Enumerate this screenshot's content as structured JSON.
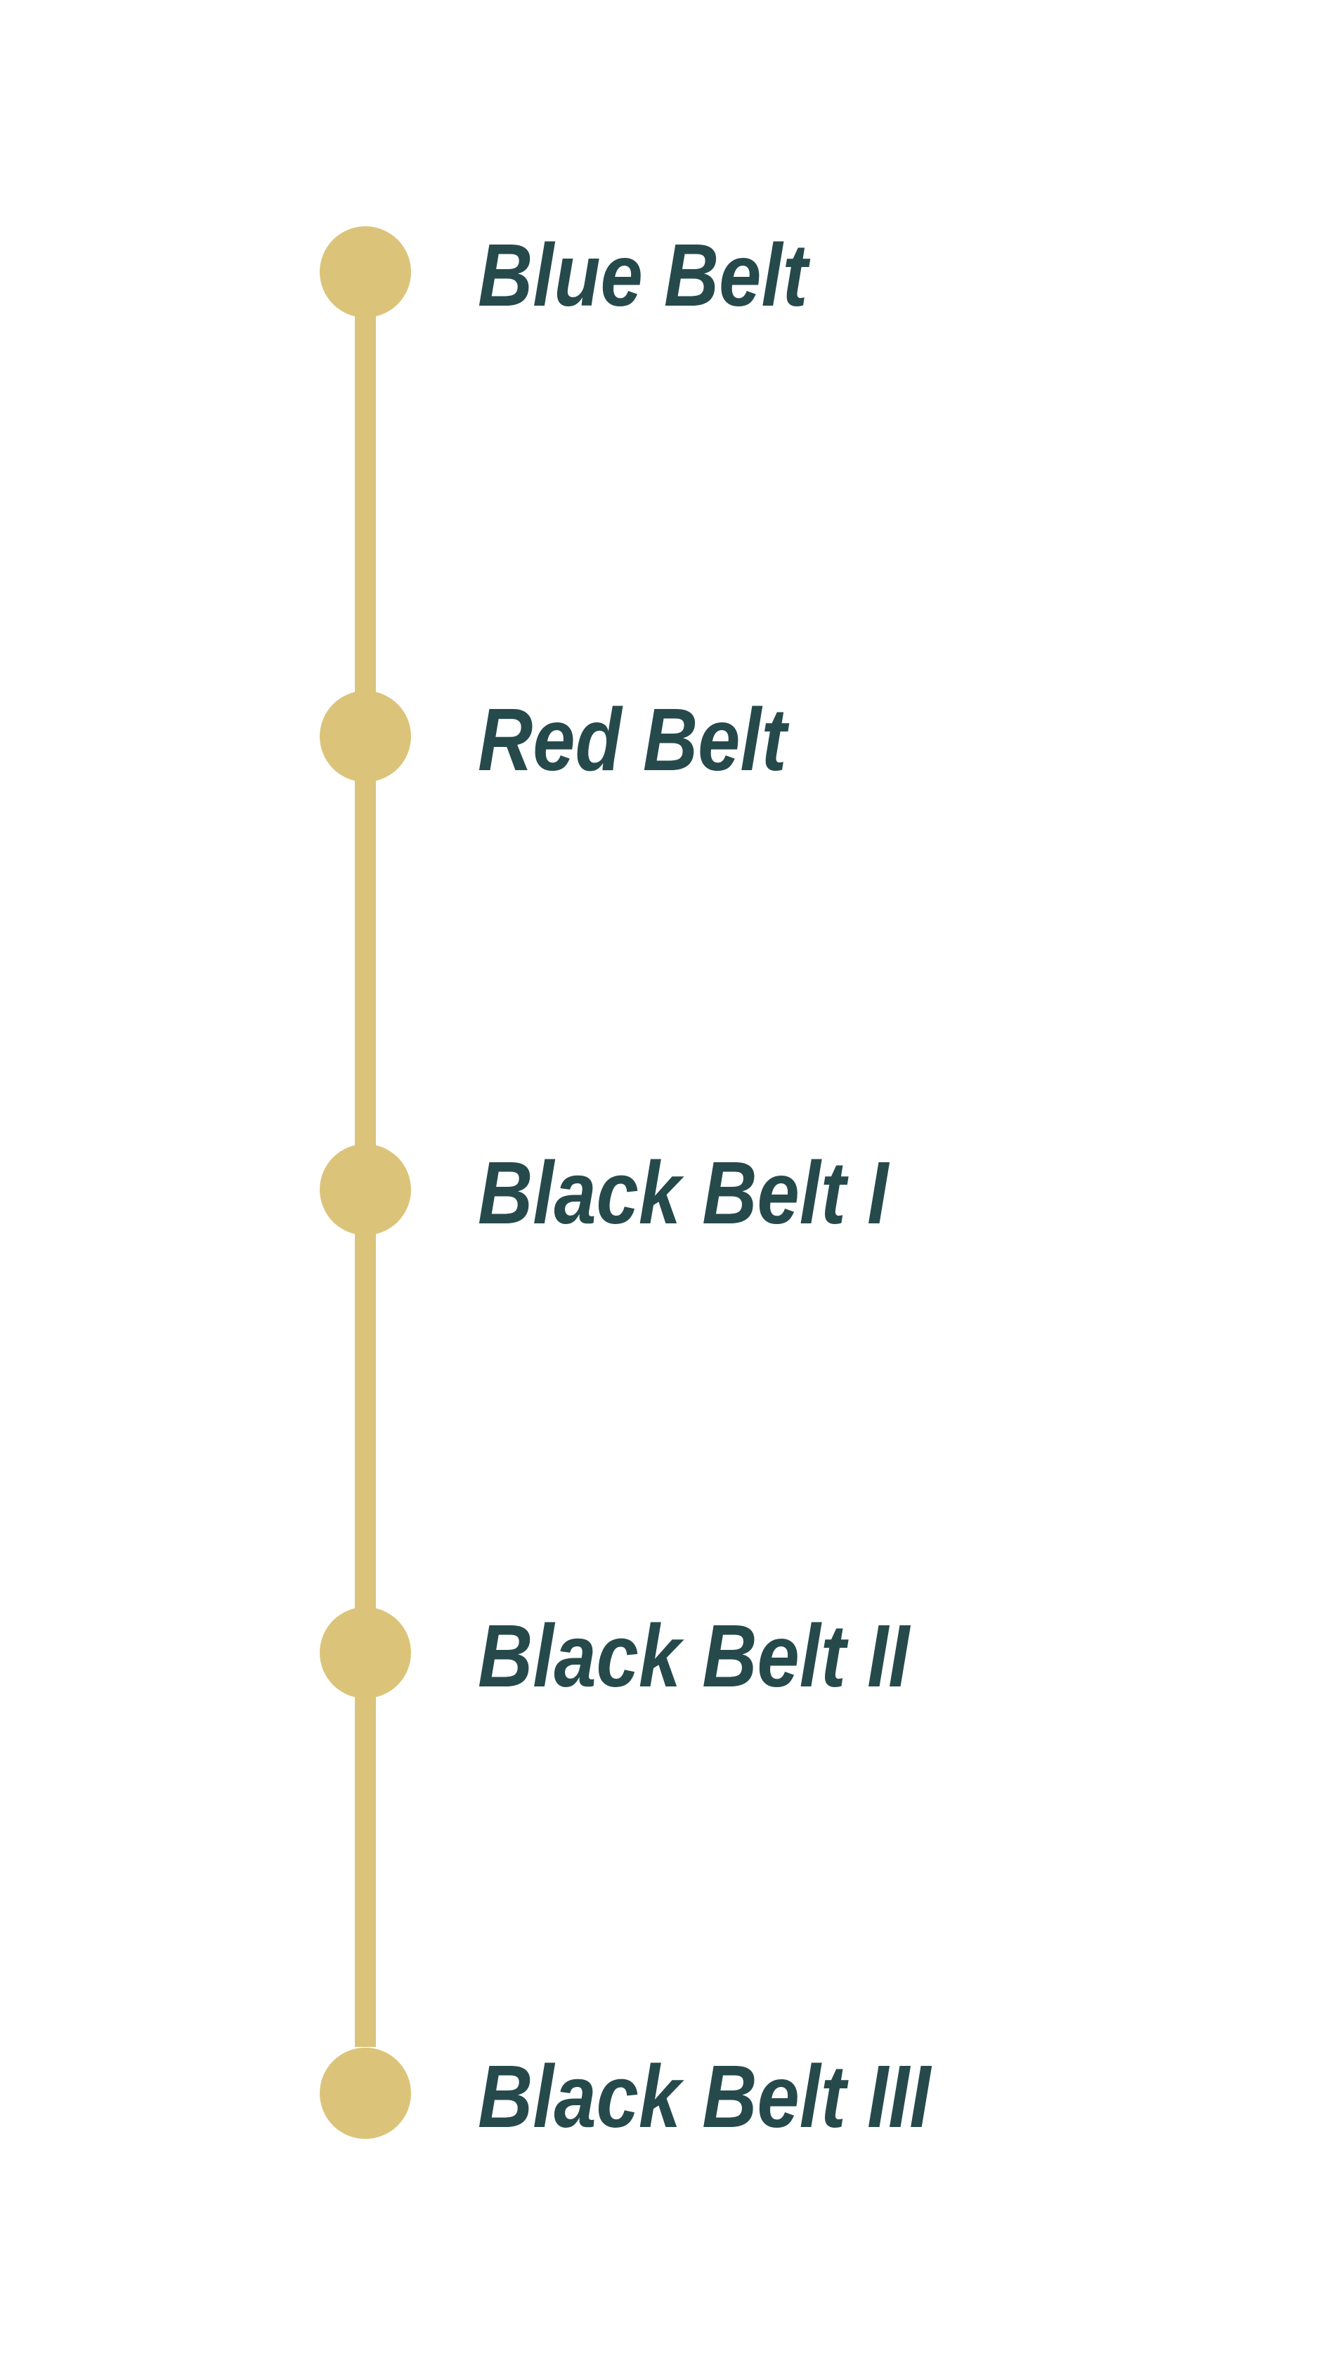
{
  "colors": {
    "accent": "#dbc47a",
    "text": "#264a4c"
  },
  "timeline": {
    "items": [
      {
        "label": "Blue Belt"
      },
      {
        "label": "Red Belt"
      },
      {
        "label": "Black Belt I"
      },
      {
        "label": "Black Belt II"
      },
      {
        "label": "Black Belt III"
      }
    ]
  }
}
